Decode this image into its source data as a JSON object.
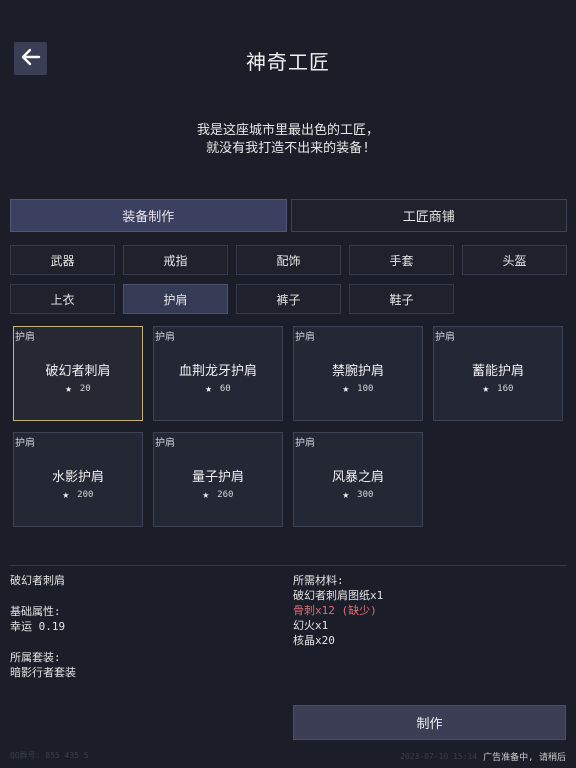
{
  "header": {
    "back_icon": "arrow-left-icon",
    "title": "神奇工匠"
  },
  "intro": {
    "line1": "我是这座城市里最出色的工匠，",
    "line2": "就没有我打造不出来的装备!"
  },
  "main_tabs": [
    {
      "label": "装备制作",
      "active": true
    },
    {
      "label": "工匠商铺",
      "active": false
    }
  ],
  "categories": [
    {
      "label": "武器"
    },
    {
      "label": "戒指"
    },
    {
      "label": "配饰"
    },
    {
      "label": "手套"
    },
    {
      "label": "头盔"
    },
    {
      "label": "上衣"
    },
    {
      "label": "护肩"
    },
    {
      "label": "裤子"
    },
    {
      "label": "鞋子"
    }
  ],
  "items": [
    {
      "tag": "护肩",
      "name": "破幻者刺肩",
      "price": "20"
    },
    {
      "tag": "护肩",
      "name": "血荆龙牙护肩",
      "price": "60"
    },
    {
      "tag": "护肩",
      "name": "禁腕护肩",
      "price": "100"
    },
    {
      "tag": "护肩",
      "name": "蓄能护肩",
      "price": "160"
    },
    {
      "tag": "护肩",
      "name": "水影护肩",
      "price": "200"
    },
    {
      "tag": "护肩",
      "name": "量子护肩",
      "price": "260"
    },
    {
      "tag": "护肩",
      "name": "风暴之肩",
      "price": "300"
    }
  ],
  "star_icon": "★",
  "detail": {
    "name": "破幻者刺肩",
    "base_attr_label": "基础属性:",
    "base_attr_value": "幸运 0.19",
    "set_label": "所属套装:",
    "set_value": "暗影行者套装",
    "materials_label": "所需材料:",
    "materials": [
      {
        "text": "破幻者刺肩图纸x1",
        "lacking": false
      },
      {
        "text": "骨刺x12 (缺少)",
        "lacking": true
      },
      {
        "text": "幻火x1",
        "lacking": false
      },
      {
        "text": "核晶x20",
        "lacking": false
      }
    ]
  },
  "craft_button": "制作",
  "footer": {
    "left_faint": "QQ群号: 855 435 5",
    "right_faint": "2023-07-10 15:14",
    "right_text": "广告准备中, 请稍后"
  },
  "colors": {
    "background": "#1b1e28",
    "selected_border": "#c9b27a",
    "lacking": "#e06a78"
  }
}
